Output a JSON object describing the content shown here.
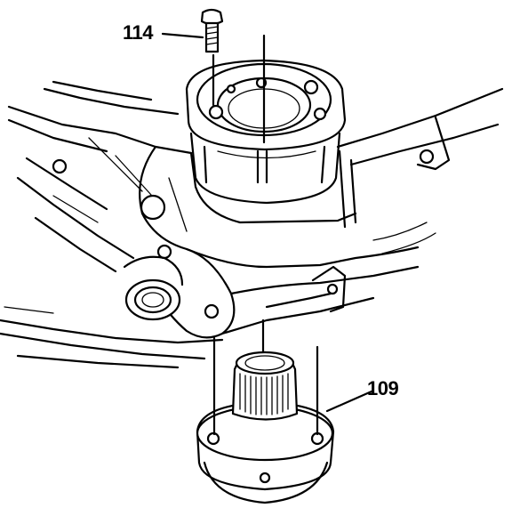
{
  "callouts": [
    {
      "id": "bolt",
      "label": "114"
    },
    {
      "id": "hub",
      "label": "109"
    }
  ],
  "colors": {
    "line": "#000000",
    "background": "#ffffff"
  }
}
